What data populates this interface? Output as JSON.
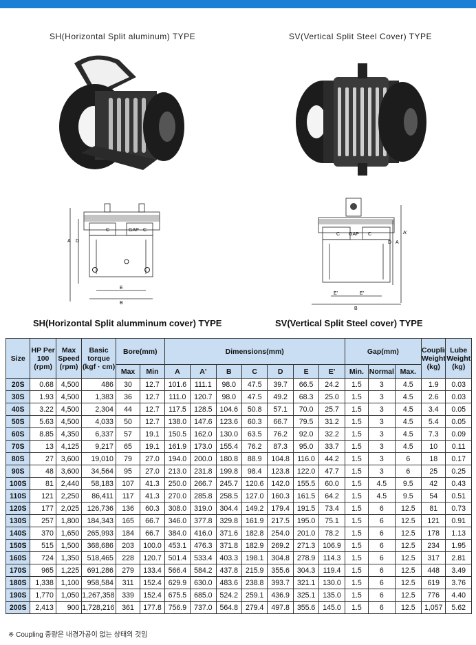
{
  "captions": {
    "sh": "SH(Horizontal Split aluminum) TYPE",
    "sv": "SV(Vertical Split Steel Cover) TYPE"
  },
  "drawings": {
    "sh_title": "SH(Horizontal Split alumminum cover) TYPE",
    "sv_title": "SV(Vertical Split Steel cover) TYPE",
    "labels": {
      "a": "A",
      "d": "D",
      "a2": "A'",
      "c": "C",
      "gap": "GAP",
      "e": "E",
      "e2": "E'",
      "b": "B"
    }
  },
  "table": {
    "headers": {
      "size": "Size",
      "hp_per_100": "HP Per 100 (rpm)",
      "max_speed": "Max Speed (rpm)",
      "basic_torque": "Basic torque (kgf · cm)",
      "bore": "Bore(mm)",
      "bore_max": "Max",
      "bore_min": "Min",
      "dimensions": "Dimensions(mm)",
      "dim_cols": [
        "A",
        "A'",
        "B",
        "C",
        "D",
        "E",
        "E'"
      ],
      "gap": "Gap(mm)",
      "gap_cols": [
        "Min.",
        "Normal",
        "Max."
      ],
      "coupling_weight": "Coupling Weight (kg)",
      "lube_weight": "Lube Weight (kg)"
    },
    "rows": [
      [
        "20S",
        "0.68",
        "4,500",
        "486",
        "30",
        "12.7",
        "101.6",
        "111.1",
        "98.0",
        "47.5",
        "39.7",
        "66.5",
        "24.2",
        "1.5",
        "3",
        "4.5",
        "1.9",
        "0.03"
      ],
      [
        "30S",
        "1.93",
        "4,500",
        "1,383",
        "36",
        "12.7",
        "111.0",
        "120.7",
        "98.0",
        "47.5",
        "49.2",
        "68.3",
        "25.0",
        "1.5",
        "3",
        "4.5",
        "2.6",
        "0.03"
      ],
      [
        "40S",
        "3.22",
        "4,500",
        "2,304",
        "44",
        "12.7",
        "117.5",
        "128.5",
        "104.6",
        "50.8",
        "57.1",
        "70.0",
        "25.7",
        "1.5",
        "3",
        "4.5",
        "3.4",
        "0.05"
      ],
      [
        "50S",
        "5.63",
        "4,500",
        "4,033",
        "50",
        "12.7",
        "138.0",
        "147.6",
        "123.6",
        "60.3",
        "66.7",
        "79.5",
        "31.2",
        "1.5",
        "3",
        "4.5",
        "5.4",
        "0.05"
      ],
      [
        "60S",
        "8.85",
        "4,350",
        "6,337",
        "57",
        "19.1",
        "150.5",
        "162.0",
        "130.0",
        "63.5",
        "76.2",
        "92.0",
        "32.2",
        "1.5",
        "3",
        "4.5",
        "7.3",
        "0.09"
      ],
      [
        "70S",
        "13",
        "4,125",
        "9,217",
        "65",
        "19.1",
        "161.9",
        "173.0",
        "155.4",
        "76.2",
        "87.3",
        "95.0",
        "33.7",
        "1.5",
        "3",
        "4.5",
        "10",
        "0.11"
      ],
      [
        "80S",
        "27",
        "3,600",
        "19,010",
        "79",
        "27.0",
        "194.0",
        "200.0",
        "180.8",
        "88.9",
        "104.8",
        "116.0",
        "44.2",
        "1.5",
        "3",
        "6",
        "18",
        "0.17"
      ],
      [
        "90S",
        "48",
        "3,600",
        "34,564",
        "95",
        "27.0",
        "213.0",
        "231.8",
        "199.8",
        "98.4",
        "123.8",
        "122.0",
        "47.7",
        "1.5",
        "3",
        "6",
        "25",
        "0.25"
      ],
      [
        "100S",
        "81",
        "2,440",
        "58,183",
        "107",
        "41.3",
        "250.0",
        "266.7",
        "245.7",
        "120.6",
        "142.0",
        "155.5",
        "60.0",
        "1.5",
        "4.5",
        "9.5",
        "42",
        "0.43"
      ],
      [
        "110S",
        "121",
        "2,250",
        "86,411",
        "117",
        "41.3",
        "270.0",
        "285.8",
        "258.5",
        "127.0",
        "160.3",
        "161.5",
        "64.2",
        "1.5",
        "4.5",
        "9.5",
        "54",
        "0.51"
      ],
      [
        "120S",
        "177",
        "2,025",
        "126,736",
        "136",
        "60.3",
        "308.0",
        "319.0",
        "304.4",
        "149.2",
        "179.4",
        "191.5",
        "73.4",
        "1.5",
        "6",
        "12.5",
        "81",
        "0.73"
      ],
      [
        "130S",
        "257",
        "1,800",
        "184,343",
        "165",
        "66.7",
        "346.0",
        "377.8",
        "329.8",
        "161.9",
        "217.5",
        "195.0",
        "75.1",
        "1.5",
        "6",
        "12.5",
        "121",
        "0.91"
      ],
      [
        "140S",
        "370",
        "1,650",
        "265,993",
        "184",
        "66.7",
        "384.0",
        "416.0",
        "371.6",
        "182.8",
        "254.0",
        "201.0",
        "78.2",
        "1.5",
        "6",
        "12.5",
        "178",
        "1.13"
      ],
      [
        "150S",
        "515",
        "1,500",
        "368,686",
        "203",
        "100.0",
        "453.1",
        "476.3",
        "371.8",
        "182.9",
        "269.2",
        "271.3",
        "106.9",
        "1.5",
        "6",
        "12.5",
        "234",
        "1.95"
      ],
      [
        "160S",
        "724",
        "1,350",
        "518,465",
        "228",
        "120.7",
        "501.4",
        "533.4",
        "403.3",
        "198.1",
        "304.8",
        "278.9",
        "114.3",
        "1.5",
        "6",
        "12.5",
        "317",
        "2.81"
      ],
      [
        "170S",
        "965",
        "1,225",
        "691,286",
        "279",
        "133.4",
        "566.4",
        "584.2",
        "437.8",
        "215.9",
        "355.6",
        "304.3",
        "119.4",
        "1.5",
        "6",
        "12.5",
        "448",
        "3.49"
      ],
      [
        "180S",
        "1,338",
        "1,100",
        "958,584",
        "311",
        "152.4",
        "629.9",
        "630.0",
        "483.6",
        "238.8",
        "393.7",
        "321.1",
        "130.0",
        "1.5",
        "6",
        "12.5",
        "619",
        "3.76"
      ],
      [
        "190S",
        "1,770",
        "1,050",
        "1,267,358",
        "339",
        "152.4",
        "675.5",
        "685.0",
        "524.2",
        "259.1",
        "436.9",
        "325.1",
        "135.0",
        "1.5",
        "6",
        "12.5",
        "776",
        "4.40"
      ],
      [
        "200S",
        "2,413",
        "900",
        "1,728,216",
        "361",
        "177.8",
        "756.9",
        "737.0",
        "564.8",
        "279.4",
        "497.8",
        "355.6",
        "145.0",
        "1.5",
        "6",
        "12.5",
        "1,057",
        "5.62"
      ]
    ]
  },
  "footnote": "※ Coupling 중량은 내경가공이 없는 상태의 것임",
  "colors": {
    "accent_bar": "#1b7fd6",
    "header_bg": "#c9def2"
  }
}
